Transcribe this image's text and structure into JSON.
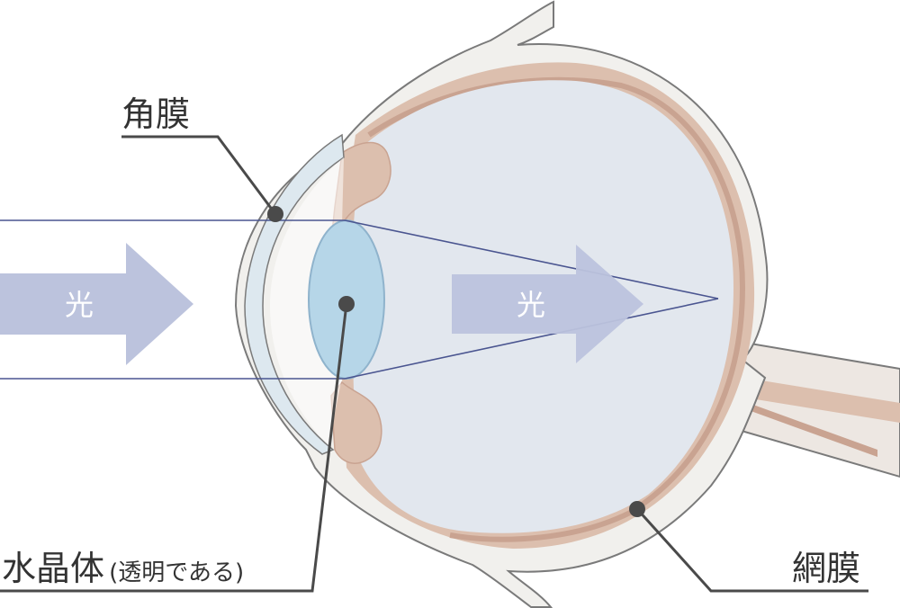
{
  "labels": {
    "cornea": "角膜",
    "lens_main": "水晶体",
    "lens_note": "(透明である)",
    "retina": "網膜"
  },
  "arrows": {
    "outer_text": "光",
    "inner_text": "光"
  },
  "colors": {
    "sclera": "#f1f0ed",
    "sclera_stroke": "#7a7a7a",
    "choroid": "#dcbfae",
    "choroid_band": "#c9a391",
    "vitreous": "#e2e7ee",
    "cornea_fill": "#dde8ef",
    "lens_fill": "#b6d6e8",
    "lens_stroke": "#8fb3cc",
    "arrow": "#bcc3dd",
    "light_ray": "#4a5590",
    "leader": "#4a4a4a"
  }
}
